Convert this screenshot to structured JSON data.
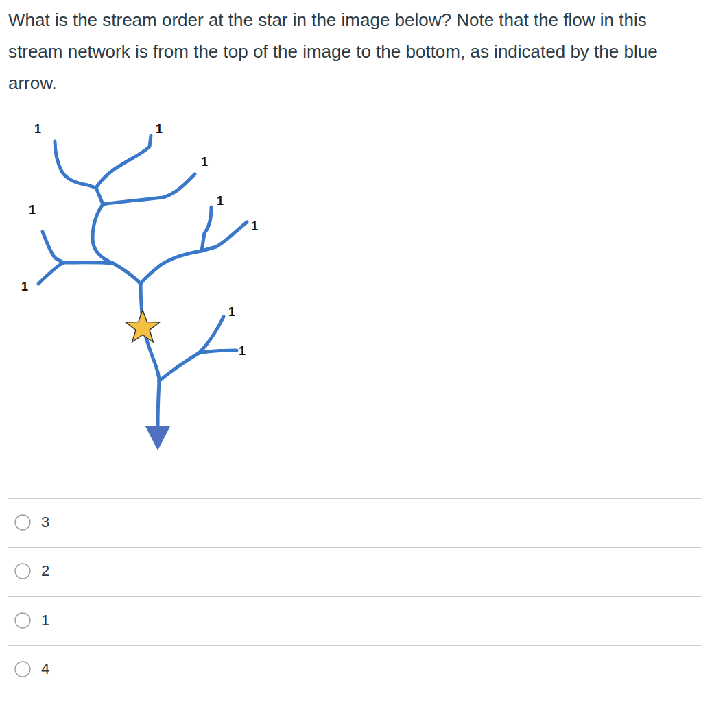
{
  "diagram": {
    "labels": [
      "What is the stream order at the star in the image below? Note that the flow in this stream network is from the top of the image to the bottom, as indicated by the blue arrow.",
      "1",
      "1",
      "1",
      "1",
      "1",
      "1",
      "1",
      "1",
      "1",
      "3",
      "2",
      "1",
      "4"
    ]
  }
}
